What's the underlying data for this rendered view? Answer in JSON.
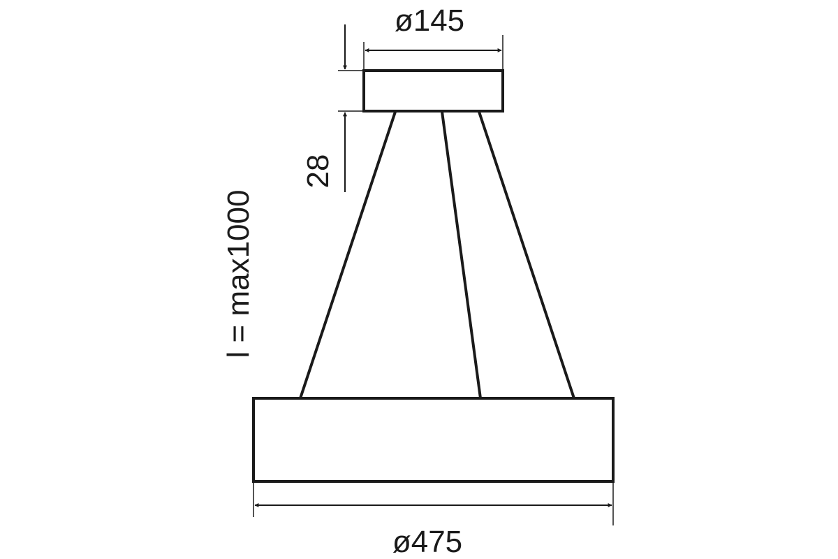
{
  "dimensions": {
    "canopy_diameter": "ø145",
    "canopy_height": "28",
    "cable_length": "l = max1000",
    "ring_diameter": "ø475"
  },
  "colors": {
    "line": "#1a1a1a",
    "background": "#ffffff"
  }
}
